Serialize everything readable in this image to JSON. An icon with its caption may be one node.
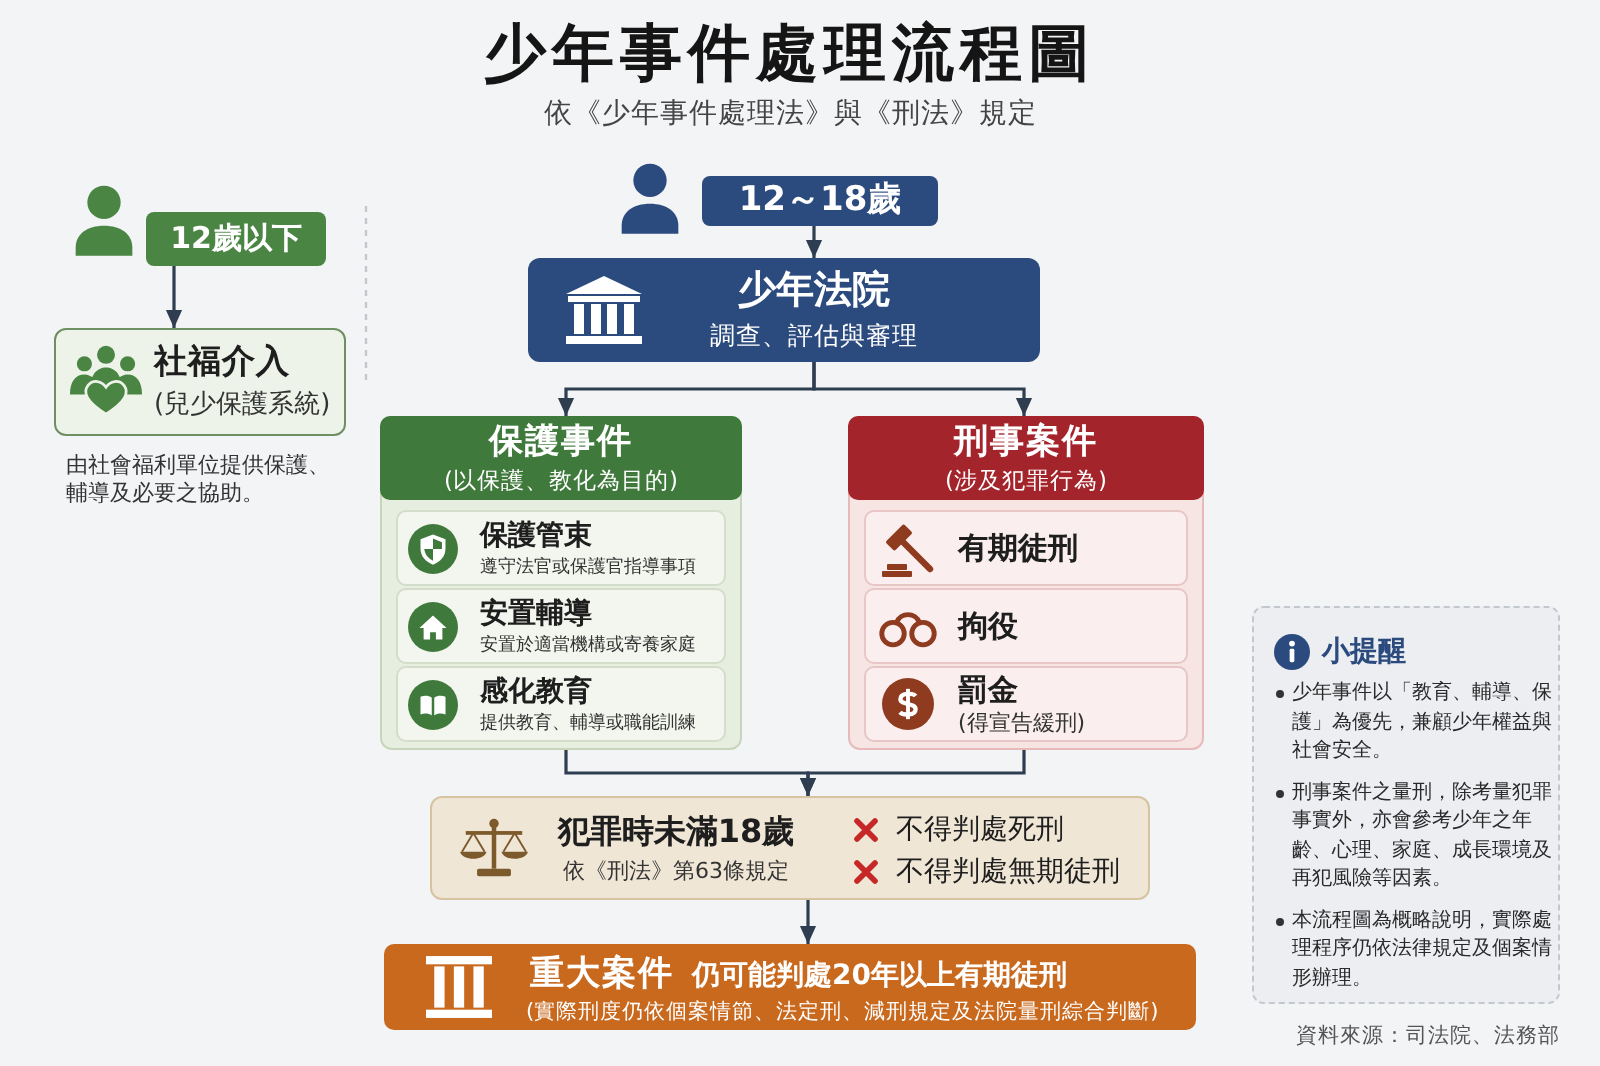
{
  "diagram": {
    "title": "少年事件處理流程圖",
    "nodes": [
      {
        "text": [
          "12歲以下"
        ]
      },
      {
        "text": [
          "社福介入",
          "(兒少保護系統)"
        ],
        "beside": [
          "由社會福利單位提供保護、輔導及必要之協助。"
        ]
      },
      {
        "text": [
          "12～18歲"
        ]
      },
      {
        "text": [
          "少年法院",
          "調查、評估與審理"
        ]
      },
      {
        "text": [
          "保護事件",
          "(以保護、教化為目的)"
        ]
      },
      {
        "text": [
          "保護管束",
          "遵守法官或保護官指導事項"
        ],
        "in": 4
      },
      {
        "text": [
          "安置輔導",
          "安置於適當機構或寄養家庭"
        ],
        "in": 4
      },
      {
        "text": [
          "感化教育",
          "提供教育、輔導或職能訓練"
        ],
        "in": 4
      },
      {
        "text": [
          "刑事案件",
          "(涉及犯罪行為)"
        ]
      },
      {
        "text": [
          "有期徒刑"
        ],
        "in": 8
      },
      {
        "text": [
          "拘役"
        ],
        "in": 8
      },
      {
        "text": [
          "罰金",
          "(得宣告緩刑)"
        ],
        "in": 8
      },
      {
        "text": [
          "犯罪時未滿18歲",
          "依《刑法》第63條規定",
          "不得判處死刑",
          "不得判處無期徒刑"
        ]
      },
      {
        "text": [
          "重大案件",
          "仍可能判處20年以上有期徒刑",
          "(實際刑度仍依個案情節、法定刑、減刑規定及法院量刑綜合判斷)"
        ]
      },
      {
        "text": [
          "小提醒",
          "少年事件以「教育、輔導、保護」為優先，兼顧少年權益與社會安全。",
          "刑事案件之量刑，除考量犯罪事實外，亦會參考少年之年齡、心理、家庭、成長環境及再犯風險等因素。",
          "本流程圖為概略說明，實際處理程序仍依法律規定及個案情形辦理。"
        ]
      }
    ],
    "edges": [
      {
        "from": 0,
        "to": 1,
        "arrow": "to"
      },
      {
        "from": 2,
        "to": 3,
        "arrow": "to"
      },
      {
        "from": 3,
        "to": 4,
        "arrow": "to"
      },
      {
        "from": 3,
        "to": 8,
        "arrow": "to"
      },
      {
        "from": 4,
        "to": 12,
        "arrow": "to"
      },
      {
        "from": 8,
        "to": 12,
        "arrow": "to"
      },
      {
        "from": 12,
        "to": 13,
        "arrow": "to"
      }
    ],
    "labels": [
      "依《少年事件處理法》與《刑法》規定",
      "資料來源：司法院、法務部"
    ]
  }
}
